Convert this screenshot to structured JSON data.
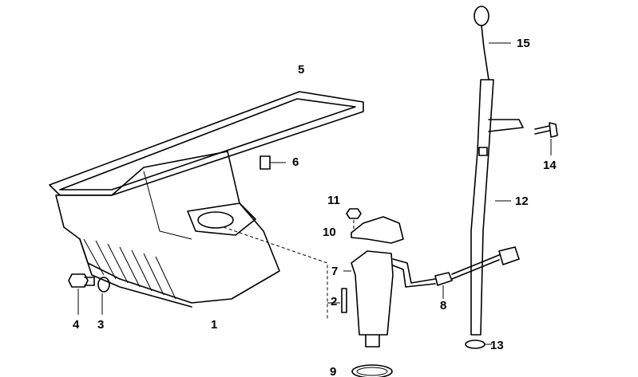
{
  "diagram": {
    "callouts": [
      {
        "id": "1",
        "part": "oil-pan"
      },
      {
        "id": "2",
        "part": "stud"
      },
      {
        "id": "3",
        "part": "sealing-ring"
      },
      {
        "id": "4",
        "part": "drain-plug"
      },
      {
        "id": "5",
        "part": "gasket"
      },
      {
        "id": "6",
        "part": "bolt"
      },
      {
        "id": "7",
        "part": "oil-level-sensor"
      },
      {
        "id": "8",
        "part": "grommet"
      },
      {
        "id": "9",
        "part": "o-ring"
      },
      {
        "id": "10",
        "part": "sensor-cover"
      },
      {
        "id": "11",
        "part": "nut"
      },
      {
        "id": "12",
        "part": "dipstick-guide-tube"
      },
      {
        "id": "13",
        "part": "o-ring-small"
      },
      {
        "id": "14",
        "part": "bolt-bracket"
      },
      {
        "id": "15",
        "part": "dipstick"
      }
    ]
  }
}
